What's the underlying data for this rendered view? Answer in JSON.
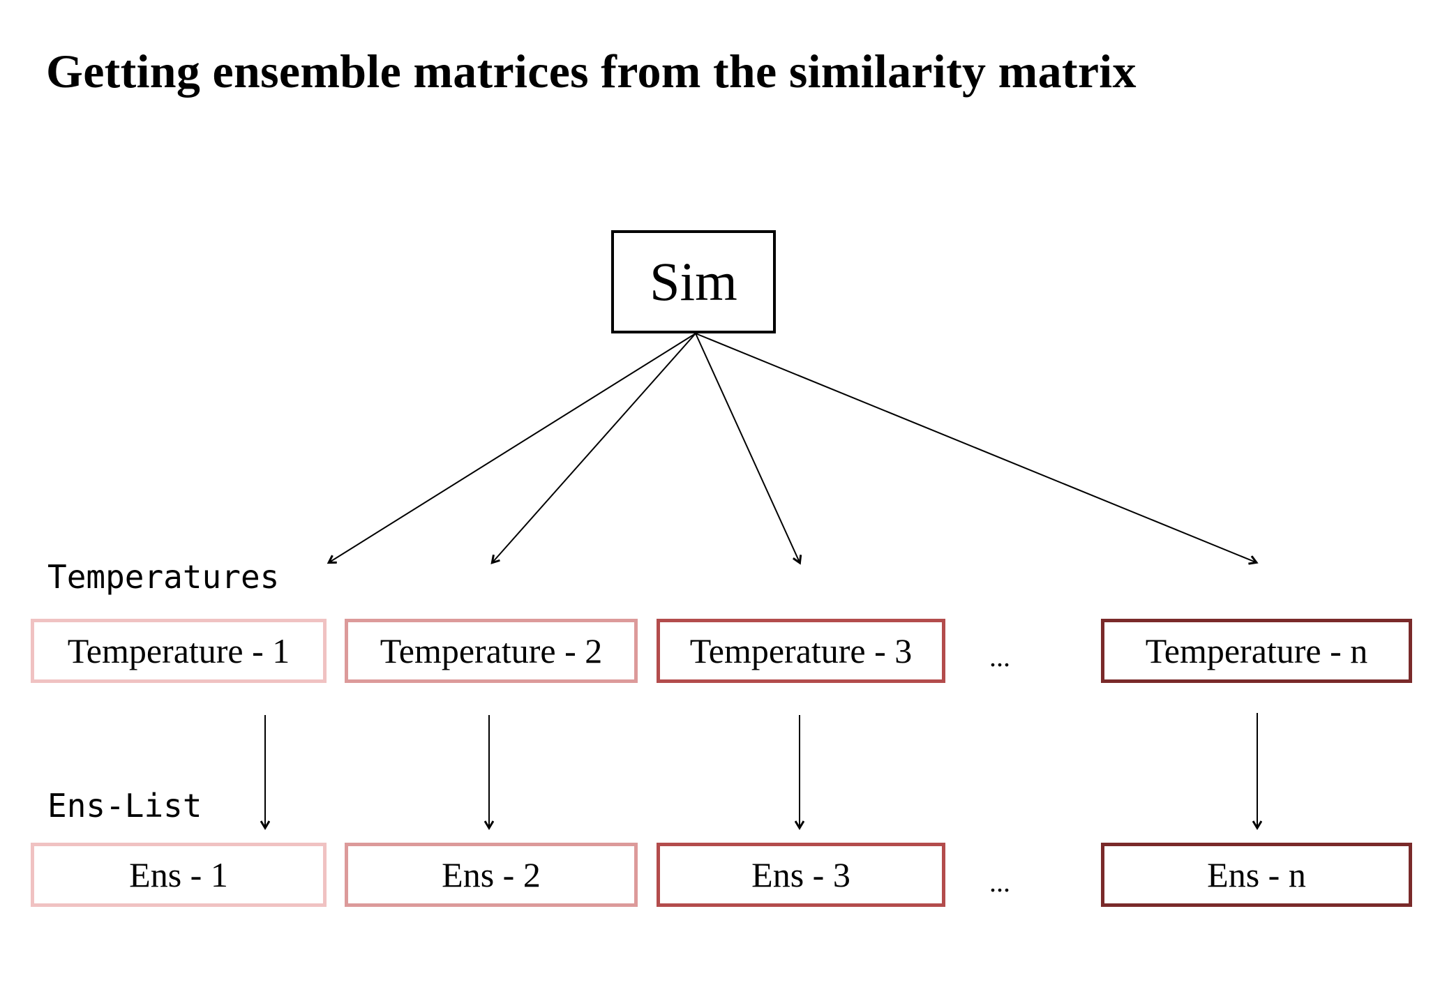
{
  "title": "Getting ensemble matrices from the similarity matrix",
  "root": {
    "label": "Sim"
  },
  "row_labels": {
    "temperatures": "Temperatures",
    "ens_list": "Ens-List"
  },
  "ellipsis": "...",
  "temperatures": [
    {
      "label": "Temperature - 1",
      "color": "#f0c2c2"
    },
    {
      "label": "Temperature - 2",
      "color": "#dc9a9a"
    },
    {
      "label": "Temperature - 3",
      "color": "#b34c4c"
    },
    {
      "label": "Temperature - n",
      "color": "#7a2a2a"
    }
  ],
  "ensembles": [
    {
      "label": "Ens - 1",
      "color": "#f0c2c2"
    },
    {
      "label": "Ens - 2",
      "color": "#dc9a9a"
    },
    {
      "label": "Ens - 3",
      "color": "#b34c4c"
    },
    {
      "label": "Ens - n",
      "color": "#7a2a2a"
    }
  ]
}
